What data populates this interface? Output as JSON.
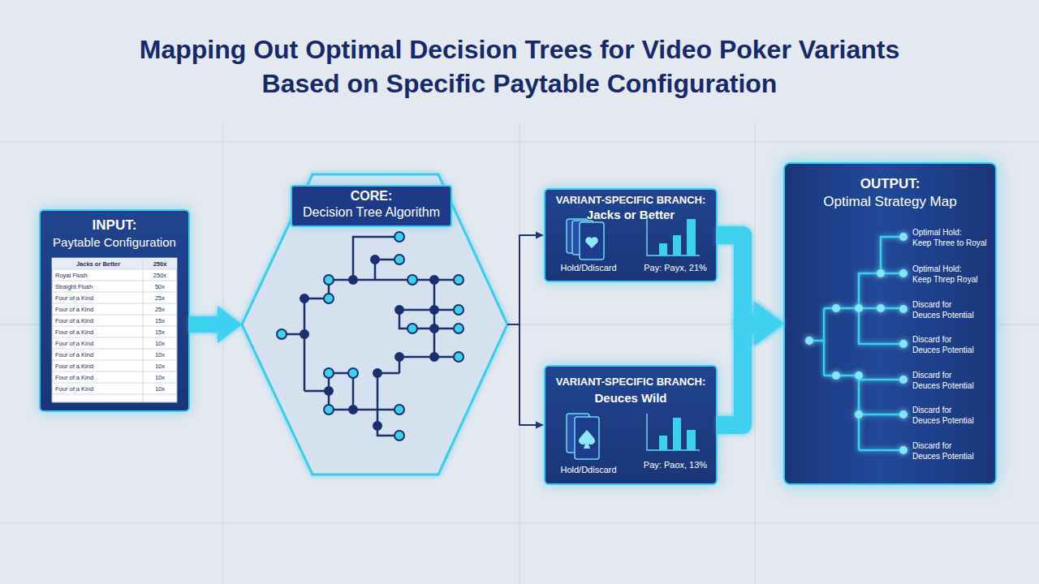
{
  "diagram": {
    "title": "Mapping Out Optimal Decision Trees for Video Poker Variants Based on Specific Paytable Configuration",
    "nodes": [
      {
        "text": [
          "INPUT:",
          "Paytable Configuration"
        ]
      },
      {
        "text": [
          "CORE:",
          "Decision Tree Algorithm"
        ]
      },
      {
        "text": [
          "VARIANT-SPECIFIC BRANCH:",
          "Jacks or Better",
          "Hold/Ddiscard",
          "Pay: Payx, 21%"
        ]
      },
      {
        "text": [
          "VARIANT-SPECIFIC BRANCH:",
          "Deuces Wild",
          "Hold/Ddiscard",
          "Pay: Paox, 13%"
        ]
      },
      {
        "text": [
          "OUTPUT:",
          "Optimal Strategy Map"
        ]
      }
    ],
    "edges": [
      {
        "from": 0,
        "to": 1,
        "arrow": "to"
      },
      {
        "from": 1,
        "to": 2,
        "arrow": "to"
      },
      {
        "from": 1,
        "to": 3,
        "arrow": "to"
      },
      {
        "from": 2,
        "to": 4,
        "arrow": "to"
      },
      {
        "from": 3,
        "to": 4,
        "arrow": "to"
      }
    ],
    "labels": [
      "Jacks or Better",
      "250x",
      "Royal Flush",
      "250x",
      "Straight Flush",
      "50x",
      "Four of a Kind",
      "25x",
      "Four of a Kind",
      "25x",
      "Four of a Kind",
      "15x",
      "Four of a Kind",
      "15x",
      "Four of a Kind",
      "10x",
      "Four of a Kind",
      "10x",
      "Four of a Kind",
      "10x",
      "Four of a Kind",
      "10x",
      "Four of a Kind",
      "10x",
      "Optimal Hold:",
      "Keep Three to Royal",
      "Optimal Hold:",
      "Keep Threp Royal",
      "Discard for",
      "Deuces Potential",
      "Discard for",
      "Deuces Potential",
      "Discard for",
      "Deuces Potential",
      "Discard for",
      "Deuces Potential",
      "Discard for",
      "Deuces Potential"
    ]
  }
}
